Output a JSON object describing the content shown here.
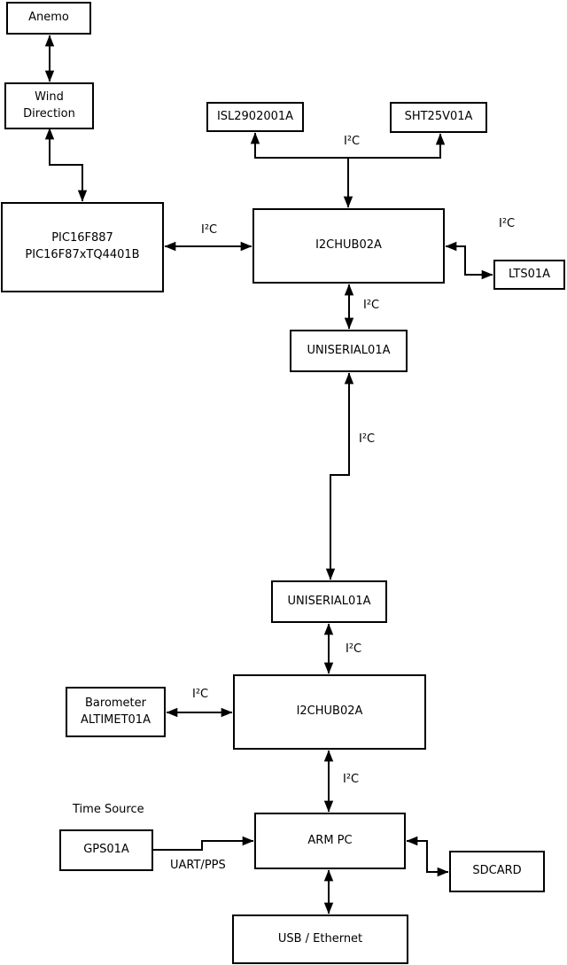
{
  "colors": {
    "background": "#ffffff",
    "box_fill": "#ffffff",
    "box_border": "#000000",
    "line": "#000000",
    "text": "#000000"
  },
  "nodes": {
    "anemo": {
      "label": "Anemo"
    },
    "wind": {
      "label": "Wind\nDirection"
    },
    "pic": {
      "label": "PIC16F887\nPIC16F87xTQ4401B"
    },
    "isl": {
      "label": "ISL2902001A"
    },
    "sht": {
      "label": "SHT25V01A"
    },
    "hub1": {
      "label": "I2CHUB02A"
    },
    "lts": {
      "label": "LTS01A"
    },
    "uniserial1": {
      "label": "UNISERIAL01A"
    },
    "uniserial2": {
      "label": "UNISERIAL01A"
    },
    "hub2": {
      "label": "I2CHUB02A"
    },
    "barometer": {
      "label": "Barometer\nALTIMET01A"
    },
    "gps": {
      "label": "GPS01A"
    },
    "arm_pc": {
      "label": "ARM PC"
    },
    "sdcard": {
      "label": "SDCARD"
    },
    "usb_ethernet": {
      "label": "USB / Ethernet"
    }
  },
  "labels": {
    "i2c": "I²C",
    "time_source": "Time Source",
    "uart_pps": "UART/PPS"
  },
  "edges": [
    {
      "between": [
        "anemo",
        "wind"
      ],
      "arrows": "both"
    },
    {
      "between": [
        "wind",
        "pic"
      ],
      "arrows": "both"
    },
    {
      "between": [
        "hub1",
        "isl",
        "sht"
      ],
      "arrows": "all-ends",
      "label": "I²C"
    },
    {
      "between": [
        "pic",
        "hub1"
      ],
      "arrows": "both",
      "label": "I²C"
    },
    {
      "between": [
        "hub1",
        "lts"
      ],
      "arrows": "both",
      "label": "I²C"
    },
    {
      "between": [
        "hub1",
        "uniserial1"
      ],
      "arrows": "both",
      "label": "I²C"
    },
    {
      "between": [
        "uniserial1",
        "uniserial2"
      ],
      "arrows": "both",
      "label": "I²C"
    },
    {
      "between": [
        "uniserial2",
        "hub2"
      ],
      "arrows": "both",
      "label": "I²C"
    },
    {
      "between": [
        "barometer",
        "hub2"
      ],
      "arrows": "both",
      "label": "I²C"
    },
    {
      "between": [
        "hub2",
        "arm_pc"
      ],
      "arrows": "both",
      "label": "I²C"
    },
    {
      "between": [
        "gps",
        "arm_pc"
      ],
      "arrows": "into-arm_pc",
      "label": "UART/PPS"
    },
    {
      "between": [
        "arm_pc",
        "sdcard"
      ],
      "arrows": "both"
    },
    {
      "between": [
        "arm_pc",
        "usb_ethernet"
      ],
      "arrows": "both"
    }
  ]
}
